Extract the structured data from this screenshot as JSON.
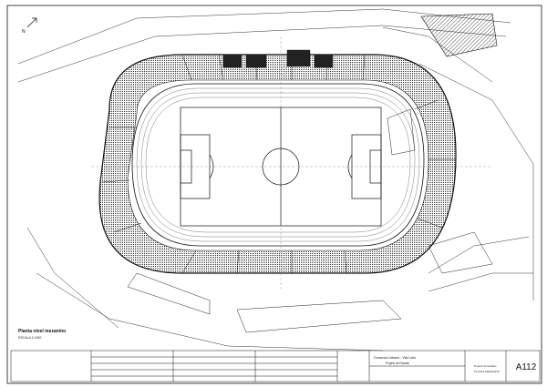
{
  "drawing": {
    "plan_title": "Planta nível mezanino",
    "plan_scale": "ESCALA 1:1000",
    "north_label": "N",
    "client_line": "Comercio Urbano - Vila Lobo",
    "project_line": "Projeto de Estádio",
    "sheet_number": "A112",
    "sheet_label_1": "Projeto de Estádio",
    "sheet_label_2": "PLANTA MEZANINO"
  },
  "colors": {
    "line": "#1a1a1a",
    "hatch": "#3a3a3a",
    "paper": "#ffffff"
  }
}
